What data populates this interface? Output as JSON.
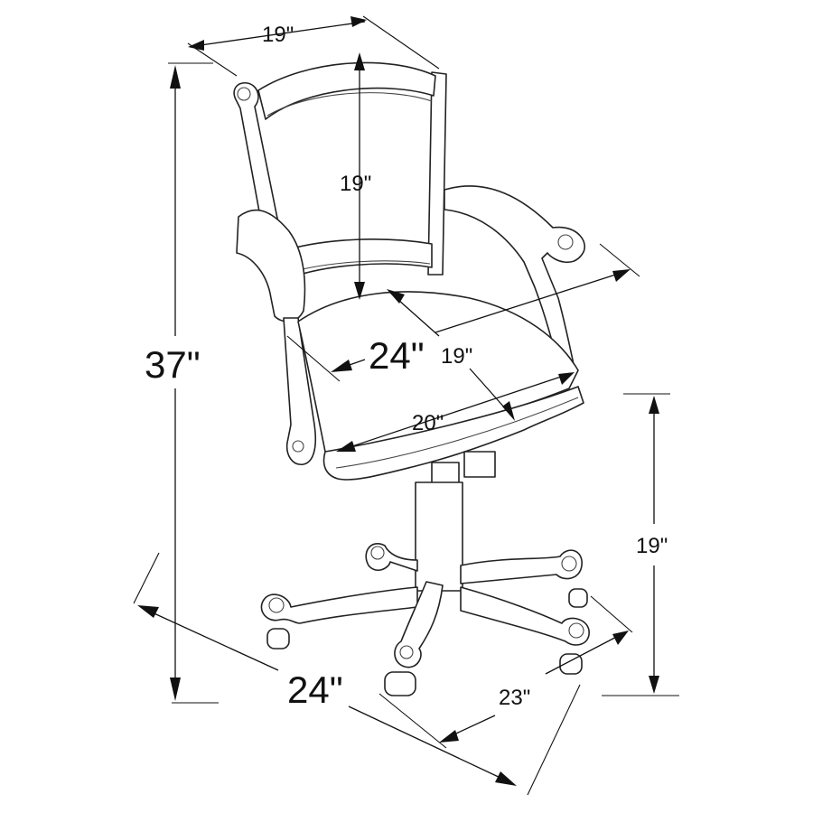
{
  "dimensions": {
    "top_width": "19\"",
    "back_height": "19\"",
    "overall_height": "37\"",
    "arm_depth": "24\"",
    "seat_depth": "19\"",
    "seat_width": "20\"",
    "seat_height": "19\"",
    "base_diameter": "23\"",
    "overall_depth": "24\""
  }
}
